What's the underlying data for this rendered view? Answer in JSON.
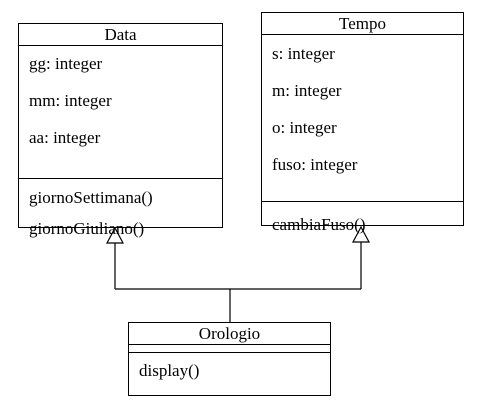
{
  "classes": {
    "data": {
      "name": "Data",
      "attributes": [
        "gg: integer",
        "mm: integer",
        "aa: integer"
      ],
      "methods": [
        "giornoSettimana()",
        "giornoGiuliano()"
      ]
    },
    "tempo": {
      "name": "Tempo",
      "attributes": [
        "s: integer",
        "m: integer",
        "o: integer",
        "fuso: integer"
      ],
      "methods": [
        "cambiaFuso()"
      ]
    },
    "orologio": {
      "name": "Orologio",
      "attributes": [],
      "methods": [
        "display()"
      ]
    }
  },
  "relations": [
    {
      "type": "generalization",
      "from": "Orologio",
      "to": "Data"
    },
    {
      "type": "generalization",
      "from": "Orologio",
      "to": "Tempo"
    }
  ]
}
